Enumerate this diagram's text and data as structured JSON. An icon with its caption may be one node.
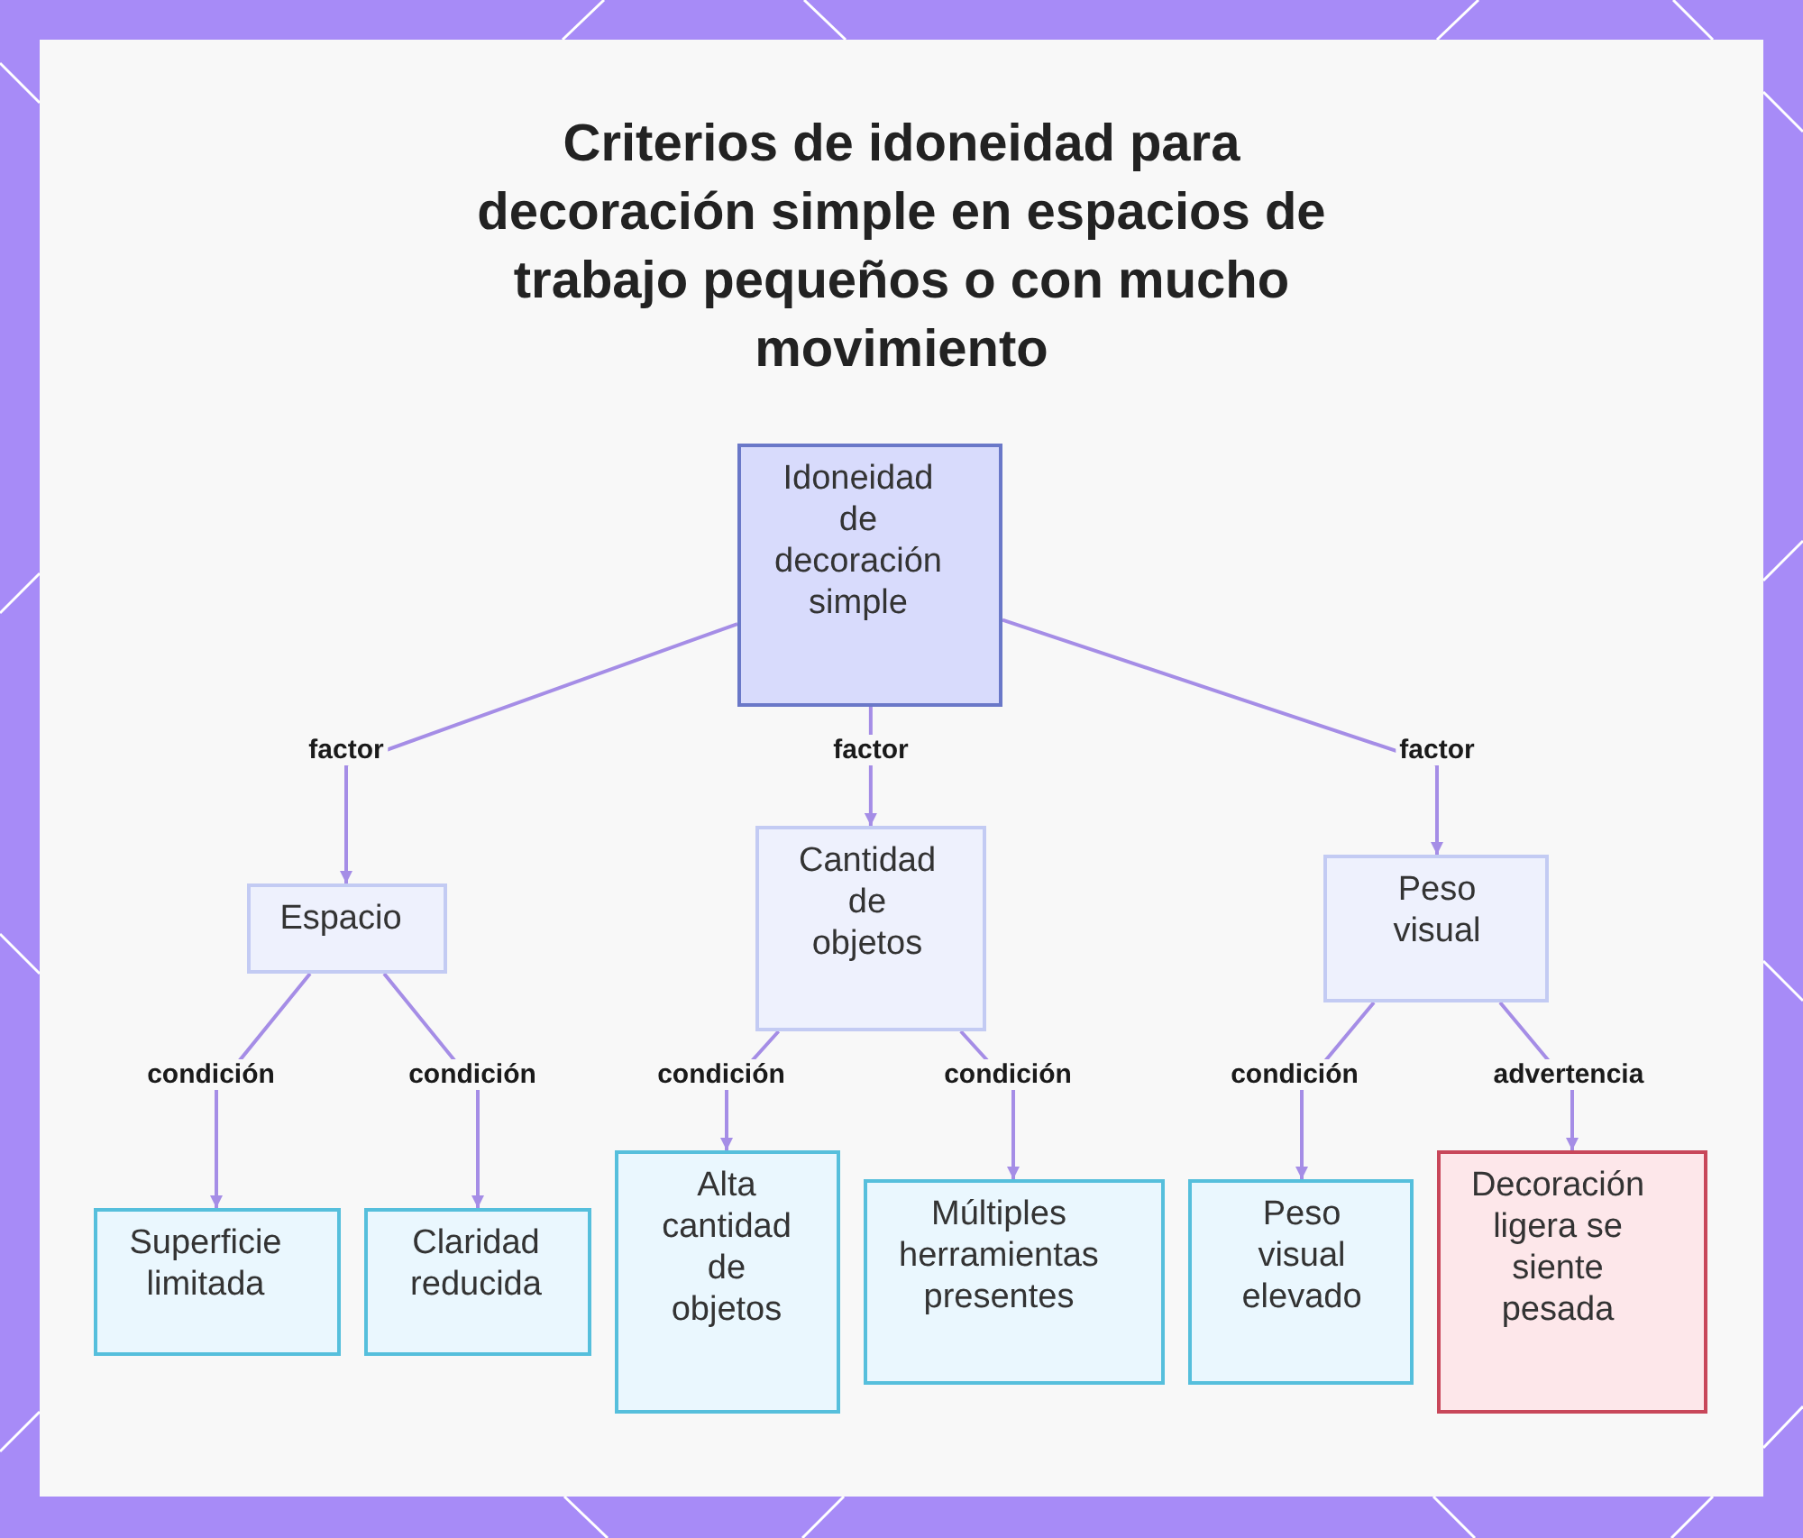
{
  "diagram": {
    "title": "Criterios de idoneidad para decoración simple en espacios de trabajo pequeños o con mucho movimiento",
    "nodes": [
      {
        "text": [
          "Idoneidad de decoración simple"
        ]
      },
      {
        "text": [
          "Espacio"
        ]
      },
      {
        "text": [
          "Cantidad de objetos"
        ]
      },
      {
        "text": [
          "Peso visual"
        ]
      },
      {
        "text": [
          "Superficie limitada"
        ]
      },
      {
        "text": [
          "Claridad reducida"
        ]
      },
      {
        "text": [
          "Alta cantidad de objetos"
        ]
      },
      {
        "text": [
          "Múltiples herramientas presentes"
        ]
      },
      {
        "text": [
          "Peso visual elevado"
        ]
      },
      {
        "text": [
          "Decoración ligera se siente pesada"
        ]
      }
    ],
    "edges": [
      {
        "from": 0,
        "to": 1,
        "arrow": "to",
        "label": "factor"
      },
      {
        "from": 0,
        "to": 2,
        "arrow": "to",
        "label": "factor"
      },
      {
        "from": 0,
        "to": 3,
        "arrow": "to",
        "label": "factor"
      },
      {
        "from": 1,
        "to": 4,
        "arrow": "to",
        "label": "condición"
      },
      {
        "from": 1,
        "to": 5,
        "arrow": "to",
        "label": "condición"
      },
      {
        "from": 2,
        "to": 6,
        "arrow": "to",
        "label": "condición"
      },
      {
        "from": 2,
        "to": 7,
        "arrow": "to",
        "label": "condición"
      },
      {
        "from": 3,
        "to": 8,
        "arrow": "to",
        "label": "condición"
      },
      {
        "from": 3,
        "to": 9,
        "arrow": "to",
        "label": "advertencia"
      }
    ]
  }
}
